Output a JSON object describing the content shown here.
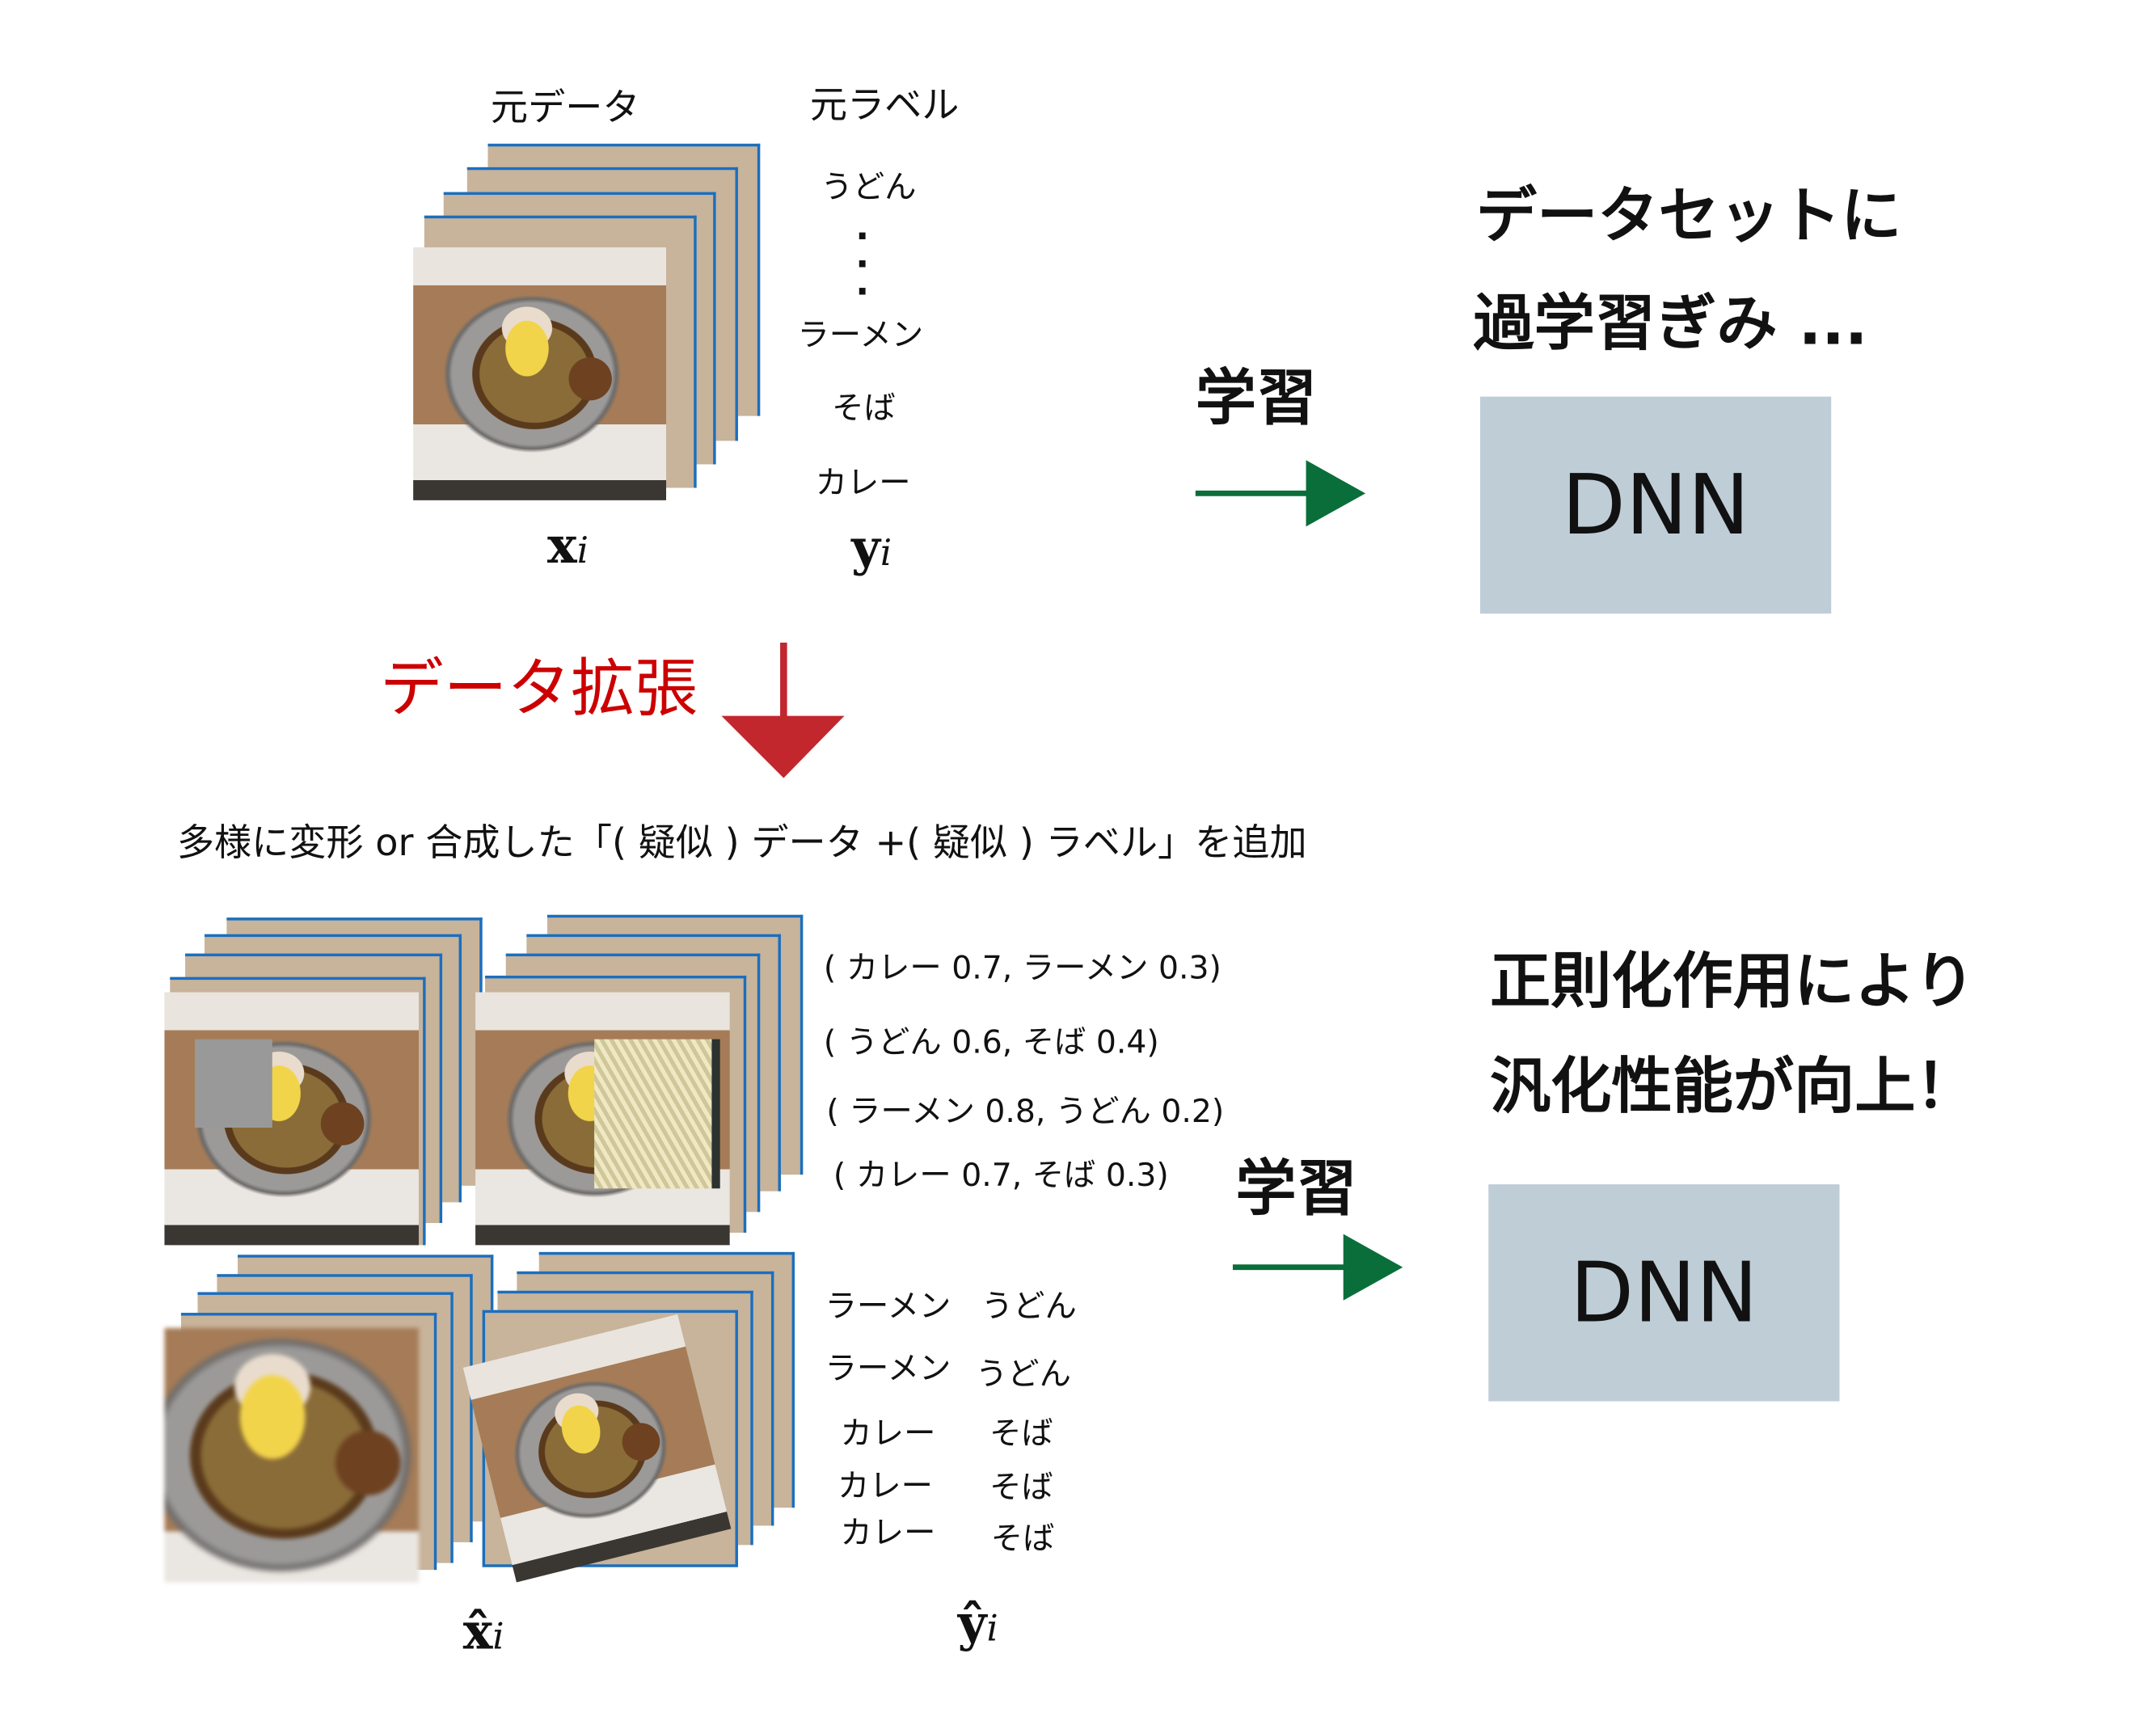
{
  "top": {
    "data_title": "元データ",
    "label_title": "元ラベル",
    "labels": [
      "うどん",
      "ラーメン",
      "そば",
      "カレー"
    ],
    "x_symbol": "x",
    "y_symbol": "y",
    "subscript": "i",
    "learn_label": "学習",
    "comment_lines": [
      "データセットに",
      "過学習ぎみ ..."
    ],
    "model_label": "DNN"
  },
  "augmentation": {
    "title": "データ拡張",
    "caption": "多様に変形 or 合成した「( 疑似 ) データ +( 疑似 ) ラベル」を追加"
  },
  "bottom": {
    "soft_labels": [
      "( カレー 0.7, ラーメン 0.3)",
      "( うどん 0.6, そば 0.4)",
      "( ラーメン 0.8, うどん 0.2)",
      "( カレー 0.7, そば 0.3)"
    ],
    "hard_labels_left": [
      "ラーメン",
      "ラーメン",
      "カレー",
      "カレー",
      "カレー"
    ],
    "hard_labels_right": [
      "うどん",
      "うどん",
      "そば",
      "そば",
      "そば"
    ],
    "x_symbol": "x̂",
    "y_symbol": "ŷ",
    "subscript": "i",
    "learn_label": "学習",
    "comment_lines": [
      "正則化作用により",
      "汎化性能が向上！"
    ],
    "model_label": "DNN"
  },
  "colors": {
    "arrow_green": "#0a6e3a",
    "arrow_red": "#c1272d",
    "title_red": "#cc0000",
    "dnn_box": "#bfcdd6",
    "frame": "#c8b39b"
  }
}
